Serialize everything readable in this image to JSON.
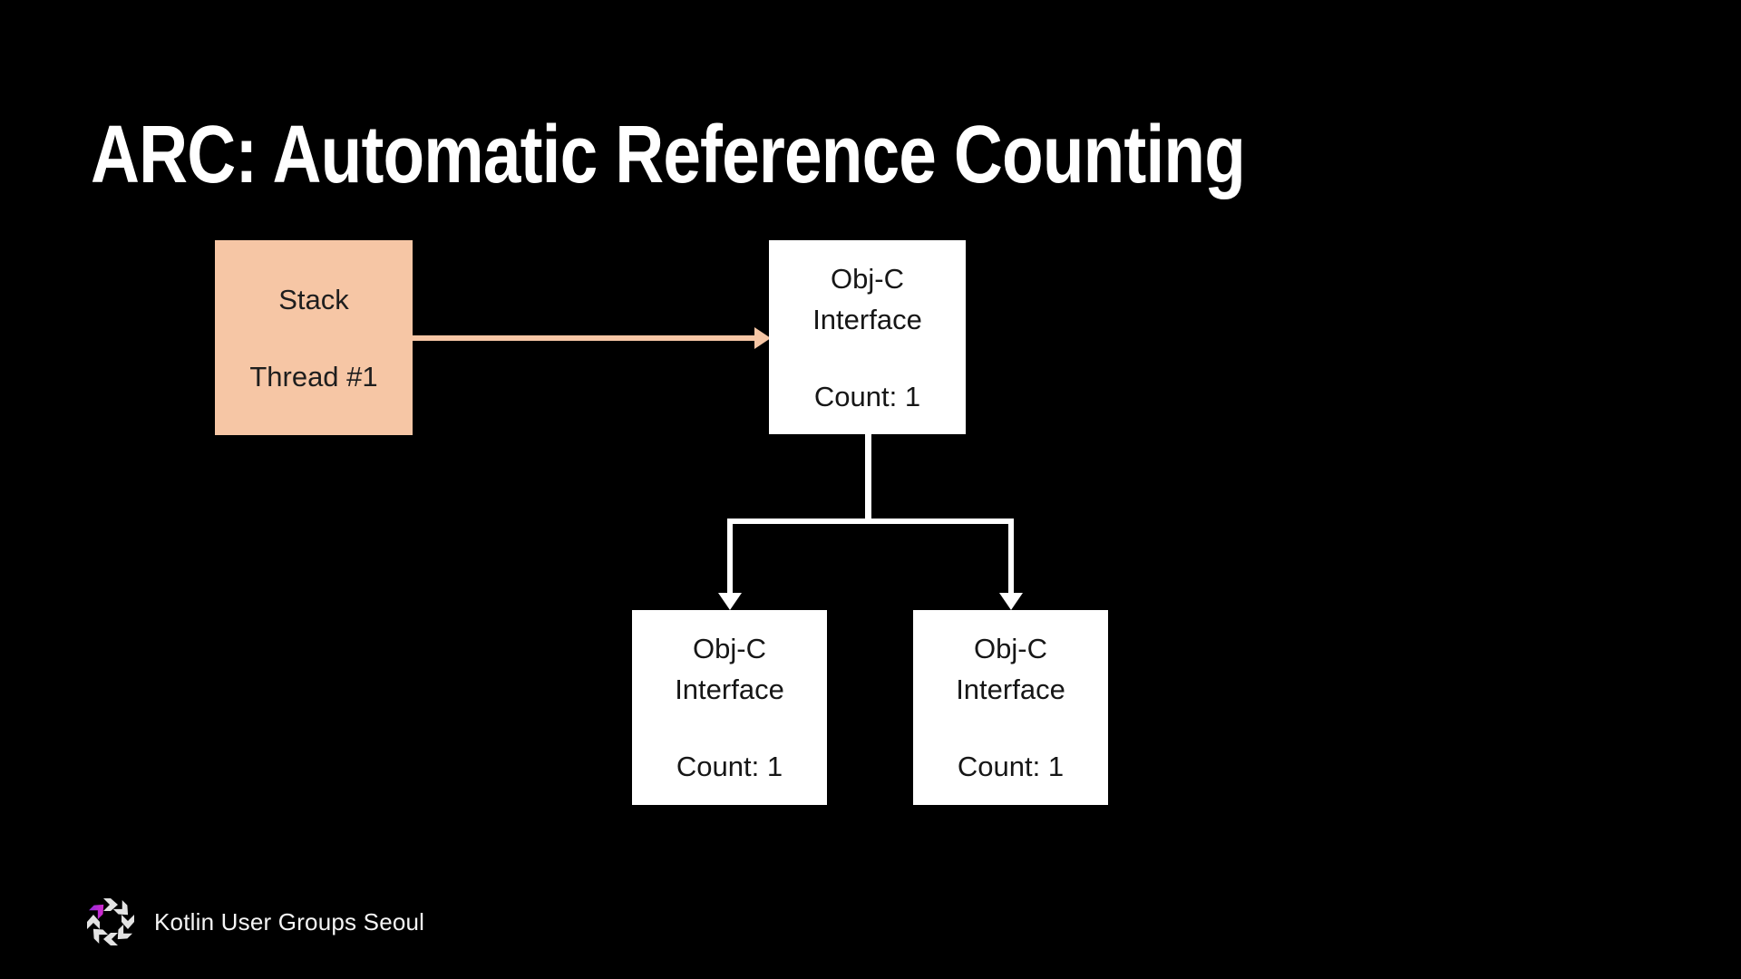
{
  "title": {
    "text": "ARC: Automatic Reference Counting"
  },
  "colors": {
    "background": "#000000",
    "title_text": "#FFFFFF",
    "stack_fill": "#F6C6A5",
    "stack_text": "#1E1E1E",
    "node_fill": "#FFFFFF",
    "node_text": "#161616",
    "connector": "#FFFFFF",
    "arrow_peach": "#F6C6A5",
    "footer_text": "#F5F5F5",
    "logo_gray": "#E3E3E3",
    "logo_purple_start": "#8F2BD8",
    "logo_purple_end": "#E82ACA"
  },
  "diagram": {
    "stack": {
      "line1": "Stack",
      "line2": "Thread #1"
    },
    "root": {
      "line1": "Obj-C",
      "line2": "Interface",
      "count": "Count: 1"
    },
    "child_left": {
      "line1": "Obj-C",
      "line2": "Interface",
      "count": "Count: 1"
    },
    "child_right": {
      "line1": "Obj-C",
      "line2": "Interface",
      "count": "Count: 1"
    }
  },
  "footer": {
    "label": "Kotlin User Groups Seoul"
  }
}
